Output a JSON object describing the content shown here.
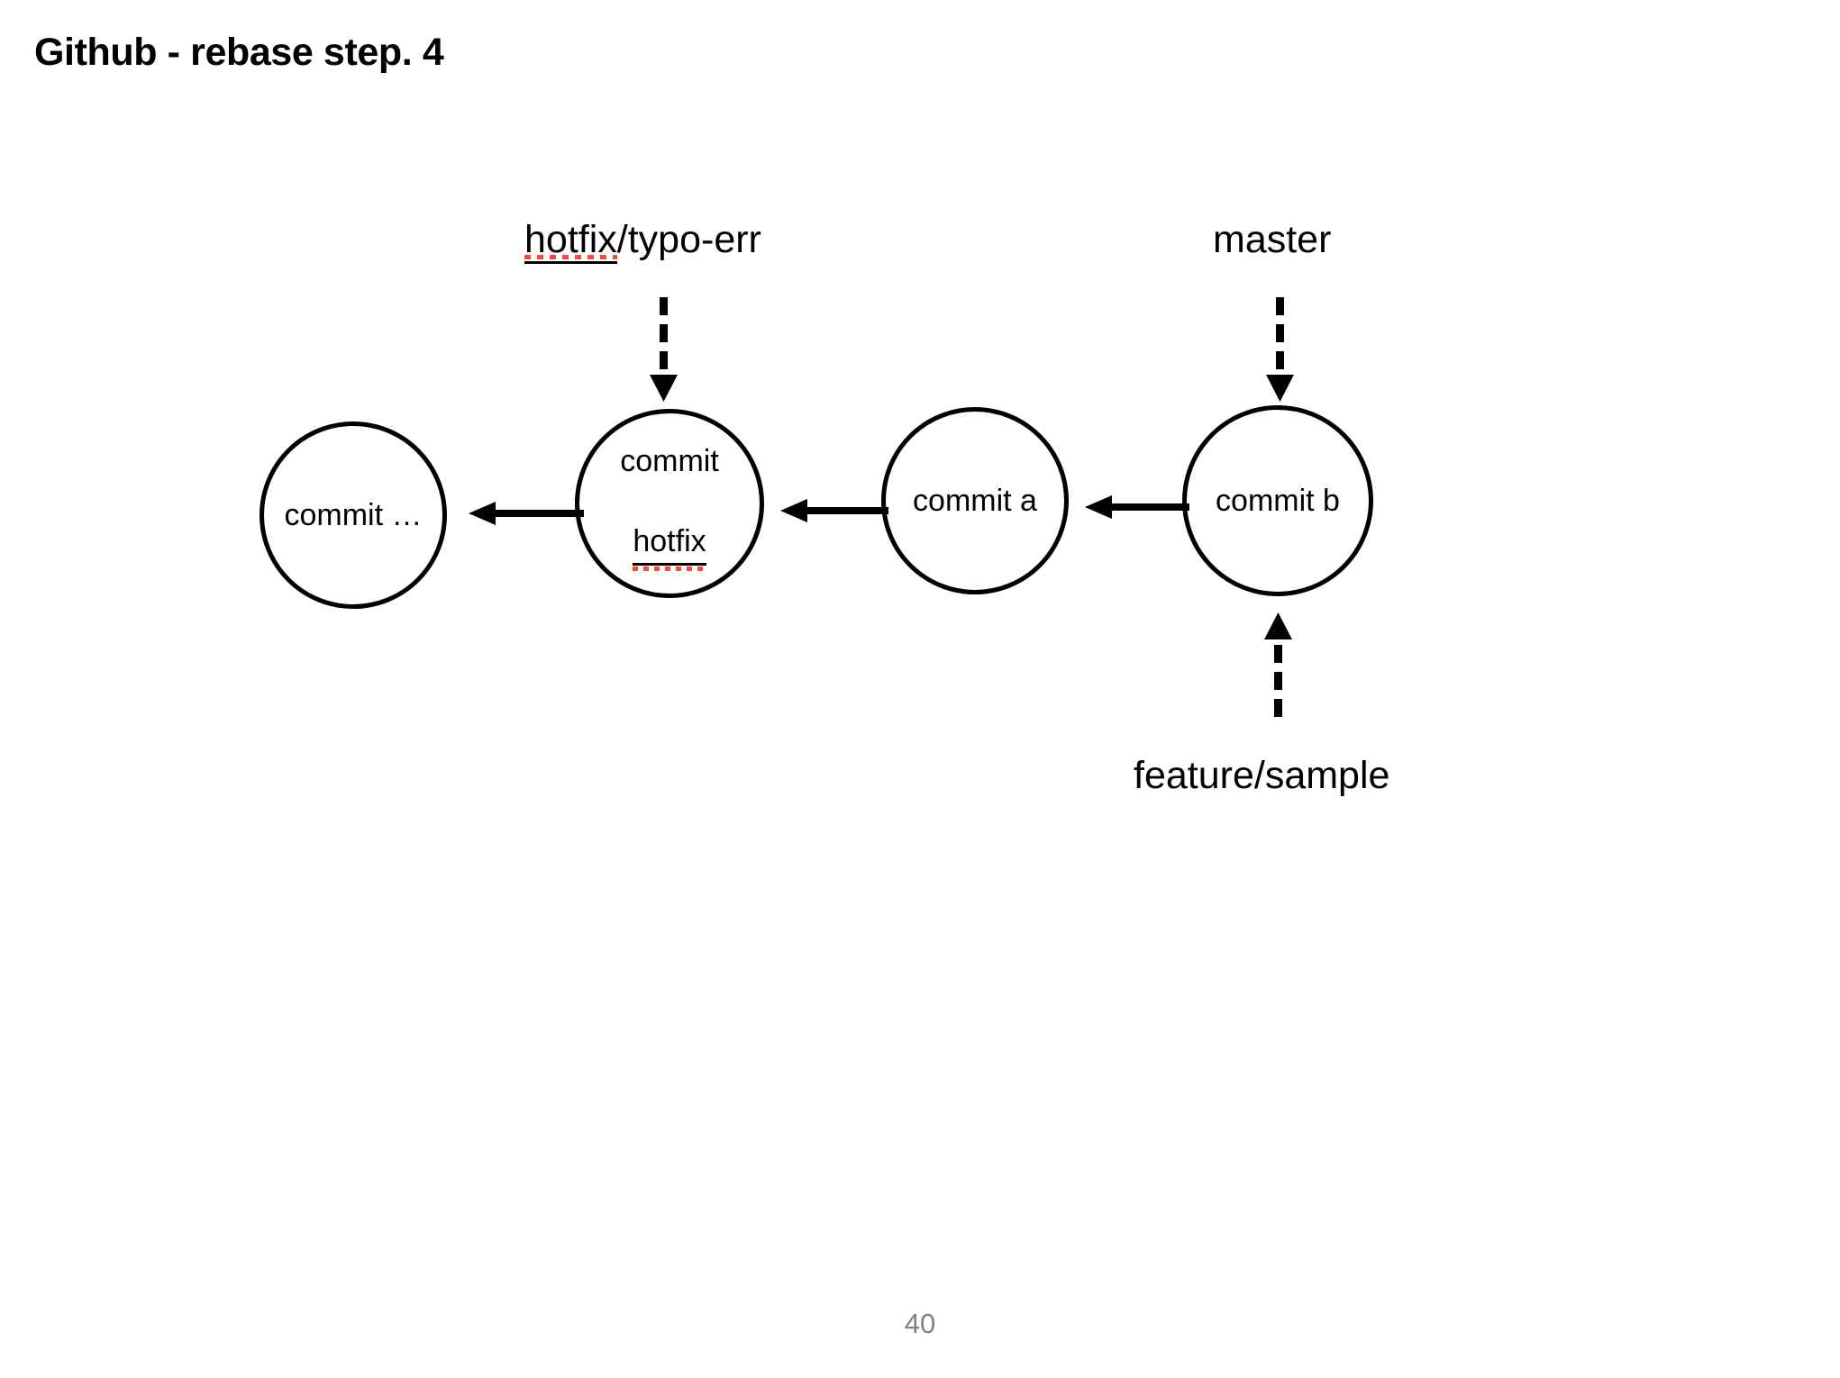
{
  "slide": {
    "title": "Github - rebase step. 4",
    "page_number": "40"
  },
  "colors": {
    "stroke": "#000000",
    "background": "#ffffff",
    "spellcheck_red": "#f8483a",
    "page_number_gray": "#808080"
  },
  "diagram": {
    "type": "git-commit-graph",
    "commits": [
      {
        "id": "commit-ellipsis",
        "line1": "commit …",
        "line2": "",
        "misspelled_line2": false
      },
      {
        "id": "commit-hotfix",
        "line1": "commit",
        "line2": "hotfix",
        "misspelled_line2": true
      },
      {
        "id": "commit-a",
        "line1": "commit a",
        "line2": "",
        "misspelled_line2": false
      },
      {
        "id": "commit-b",
        "line1": "commit b",
        "line2": "",
        "misspelled_line2": false
      }
    ],
    "parent_arrows": [
      {
        "id": "arrow-hotfix-to-ellipsis",
        "from": "commit-hotfix",
        "to": "commit-ellipsis",
        "direction": "left",
        "style": "solid"
      },
      {
        "id": "arrow-a-to-hotfix",
        "from": "commit-a",
        "to": "commit-hotfix",
        "direction": "left",
        "style": "solid"
      },
      {
        "id": "arrow-b-to-a",
        "from": "commit-b",
        "to": "commit-a",
        "direction": "left",
        "style": "solid"
      }
    ],
    "branches": [
      {
        "id": "hotfix-branch",
        "name_prefix": "hotfix",
        "name_suffix": "/typo-err",
        "full_name": "hotfix/typo-err",
        "misspelled_prefix": true,
        "points_to": "commit-hotfix",
        "pointer_direction": "down",
        "pointer_style": "dotted"
      },
      {
        "id": "master-branch",
        "name_prefix": "master",
        "name_suffix": "",
        "full_name": "master",
        "misspelled_prefix": false,
        "points_to": "commit-b",
        "pointer_direction": "down",
        "pointer_style": "dotted"
      },
      {
        "id": "feature-branch",
        "name_prefix": "feature/sample",
        "name_suffix": "",
        "full_name": "feature/sample",
        "misspelled_prefix": false,
        "points_to": "commit-b",
        "pointer_direction": "up",
        "pointer_style": "dotted"
      }
    ]
  }
}
